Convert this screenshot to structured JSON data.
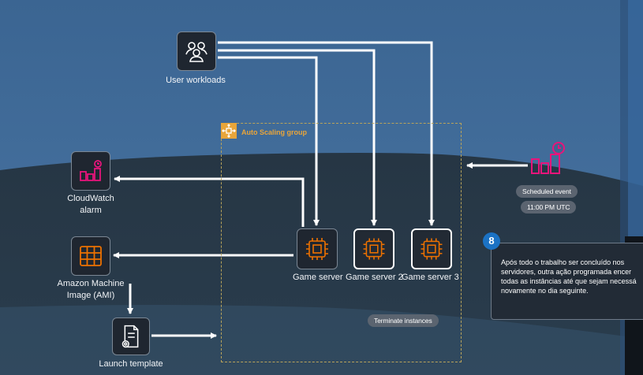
{
  "nodes": {
    "user_workloads": "User workloads",
    "cloudwatch_line1": "CloudWatch",
    "cloudwatch_line2": "alarm",
    "ami_line1": "Amazon Machine",
    "ami_line2": "Image (AMI)",
    "launch_template": "Launch template",
    "game_server_1": "Game server",
    "game_server_2": "Game server 2",
    "game_server_3": "Game server 3"
  },
  "auto_scaling_group": {
    "title": "Auto Scaling group"
  },
  "scheduled_event": {
    "label": "Scheduled event",
    "time": "11:00 PM UTC"
  },
  "terminate": {
    "label": "Terminate instances"
  },
  "step": {
    "number": "8",
    "text": "Após todo o trabalho ser concluído nos\nservidores, outra ação programada encer\ntodas as instâncias até que sejam necessá\nnovamente no dia seguinte."
  },
  "colors": {
    "sky": "#3f6591",
    "land": "#253442",
    "asg_border": "#b9a35a",
    "asg_accent": "#e8a53a",
    "cloudwatch": "#e7157b",
    "ec2": "#ed7100",
    "badge": "#1b72c4"
  },
  "icons": {
    "user_workloads": "users-icon",
    "cloudwatch": "cloudwatch-alarm-icon",
    "ami": "ami-grid-icon",
    "launch_template": "launch-template-icon",
    "game_server": "chip-icon",
    "scheduled_event": "chart-clock-icon",
    "asg": "auto-scaling-icon"
  }
}
